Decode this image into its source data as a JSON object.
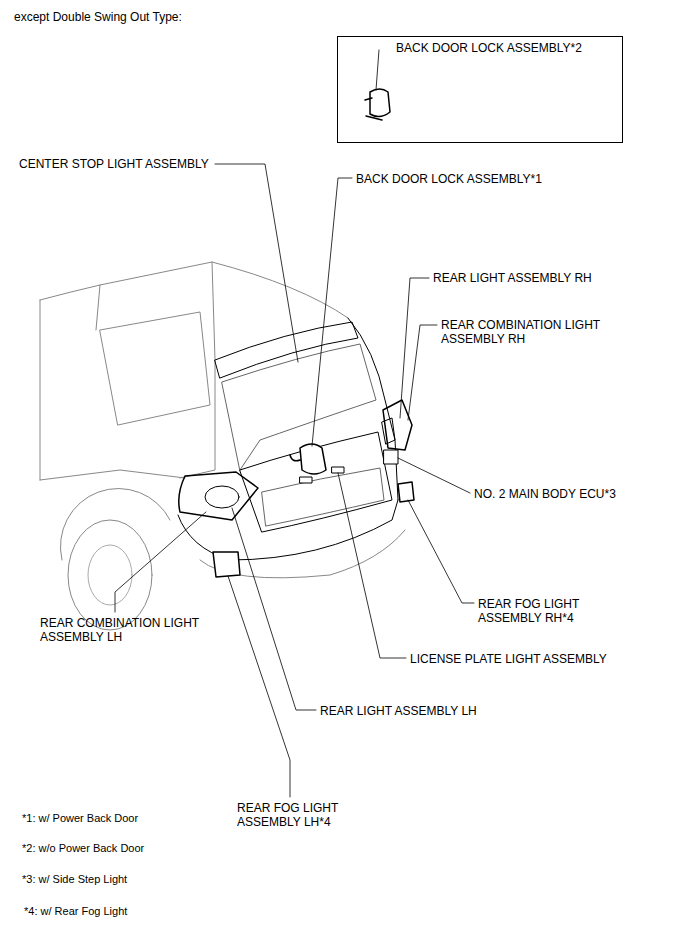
{
  "diagram": {
    "title": "except Double Swing Out Type:",
    "nodes": [
      {
        "text": [
          "BACK DOOR LOCK ASSEMBLY*2"
        ]
      }
    ],
    "labels": [
      "CENTER STOP LIGHT ASSEMBLY",
      "BACK DOOR LOCK ASSEMBLY*1",
      "REAR LIGHT ASSEMBLY RH",
      "REAR COMBINATION LIGHT ASSEMBLY RH",
      "NO. 2 MAIN BODY ECU*3",
      "REAR FOG LIGHT ASSEMBLY RH*4",
      "LICENSE PLATE LIGHT ASSEMBLY",
      "REAR LIGHT ASSEMBLY LH",
      "REAR COMBINATION LIGHT ASSEMBLY LH",
      "REAR FOG LIGHT ASSEMBLY LH*4",
      "*1: w/ Power Back Door",
      "*2: w/o Power Back Door",
      "*3: w/ Side Step Light",
      "*4: w/ Rear Fog Light"
    ]
  }
}
